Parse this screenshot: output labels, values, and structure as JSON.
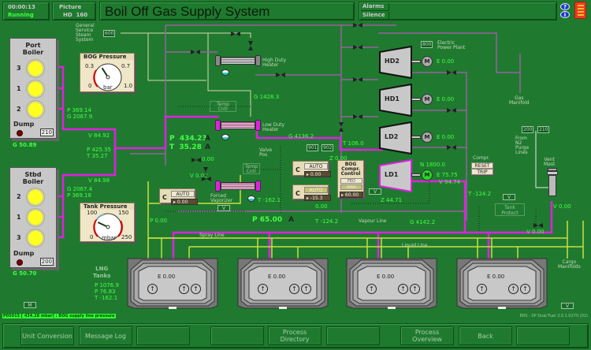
{
  "header": {
    "clock": "00:00:13",
    "run_state": "Running",
    "picture_label": "Picture",
    "picture_id": "HD  160",
    "title": "Boil Off Gas Supply System",
    "alarms_label": "Alarms",
    "silence_label": "Silence",
    "help_icon": "question-icon",
    "info_icon": "info-icon",
    "logo_icon": "crest-logo"
  },
  "port_boiler": {
    "title_line1": "Port",
    "title_line2": "Boiler",
    "burners": [
      "3",
      "1",
      "2"
    ],
    "dump_label": "Dump",
    "tag": "210",
    "g_value": "G 50.89",
    "p_value": "P 369.14",
    "g_flow": "G 2067.9",
    "valve_v": "V 84.92"
  },
  "stbd_boiler": {
    "title_line1": "Stbd",
    "title_line2": "Boiler",
    "burners": [
      "2",
      "1",
      "3"
    ],
    "dump_label": "Dump",
    "tag": "200",
    "g_value": "G 50.70",
    "g_flow": "G 2067.4",
    "p_value": "P 369.18",
    "valve_v": "V 84.98"
  },
  "header_line": {
    "p": "P 425.35",
    "t": "T 35.27"
  },
  "gs_steam": {
    "l1": "General",
    "l2": "Service",
    "l3": "Steam",
    "l4": "System",
    "tag": "600"
  },
  "bog_gauge": {
    "title": "BOG Pressure",
    "min": "0",
    "t1": "0.3",
    "t2": "0.7",
    "max": "1.0",
    "unit": "bar",
    "value": 0.38
  },
  "tank_gauge": {
    "title": "Tank Pressure",
    "min": "0",
    "t1": "100",
    "t2": "150",
    "max": "250",
    "unit": "mbar",
    "value": 65
  },
  "high_duty_heater": {
    "l1": "High Duty",
    "l2": "Heater",
    "g_flow": "G 1428.3"
  },
  "low_duty_heater": {
    "l1": "Low Duty",
    "l2": "Heater",
    "g_flow": "G 4136.2",
    "p": "P  434.23",
    "t": "T  35.28",
    "p_mode": "A",
    "t_mode": "A"
  },
  "temp_cntr_1": {
    "l1": "Temp",
    "l2": "Cntr"
  },
  "temp_cntr_2": {
    "l1": "Temp",
    "l2": "Cntr"
  },
  "valve_pos": {
    "l1": "Valve",
    "l2": "Pos",
    "tag1": "901",
    "tag2": "902",
    "value": "Z 0.00"
  },
  "forced_vaporizer": {
    "l1": "Forced",
    "l2": "Vaporizer",
    "btn": "V",
    "t": "T -162.1",
    "flow": "0.00",
    "valve": "V 0.00"
  },
  "ctrl_left": {
    "c": "C",
    "mode": "AUTO",
    "value": "0.00"
  },
  "ctrl_mid_top": {
    "c": "C",
    "mode": "AUTO",
    "value": "0.00"
  },
  "ctrl_mid_bot": {
    "c": "C",
    "mode": "AUTO",
    "value": "-15.3"
  },
  "bog_ctrl": {
    "l1": "BOG",
    "l2": "Compr.",
    "l3": "Control",
    "btn1": "FEO",
    "btn2": "MAN",
    "value": "60.00",
    "v_btn": "V"
  },
  "compressors": [
    {
      "name": "HD2",
      "motor": "M",
      "e": "E 0.00",
      "on": false
    },
    {
      "name": "HD1",
      "motor": "M",
      "e": "E 0.00",
      "on": false
    },
    {
      "name": "LD2",
      "motor": "M",
      "e": "E 0.00",
      "on": false
    },
    {
      "name": "LD1",
      "motor": "M",
      "e": "E 75.75",
      "on": true
    }
  ],
  "ld1": {
    "n": "N 1800.0",
    "v": "V 94.74",
    "z": "Z 44.71",
    "t_in": "T 106.0",
    "flow": "0.00"
  },
  "electric": {
    "tag": "800",
    "l1": "Electric",
    "l2": "Power Plant"
  },
  "gas_manifold": {
    "l1": "Gas",
    "l2": "Manifold"
  },
  "compr_reset": {
    "label": "Compr.",
    "reset": "RESET",
    "trip": "TRIP"
  },
  "n2_purge": {
    "tag1": "200",
    "tag2": "210",
    "l1": "From",
    "l2": "N2",
    "l3": "Purge",
    "l4": "Lines"
  },
  "vent_mast": {
    "l1": "Vent",
    "l2": "Mast",
    "v": "V 0.00",
    "vv": "V 0.00"
  },
  "tank_protect": {
    "l1": "Tank",
    "l2": "Protect",
    "btn": "V"
  },
  "vapour_line": {
    "label": "Vapour Line",
    "t": "T -124.2",
    "t2": "T -124.2",
    "g": "G 4142.2",
    "p": "P 65.00",
    "mode": "A",
    "p0": "P 0.00"
  },
  "spray_line": "Spray Line",
  "liquid_line": "Liquid Line",
  "cargo_manifolds": {
    "l1": "Cargo",
    "l2": "Manifolds"
  },
  "lng_tanks": {
    "l1": "LNG",
    "l2": "Tanks",
    "p": "P 1076.9",
    "p2": "P 76.83",
    "t": "T -162.1"
  },
  "tanks": [
    {
      "e": "E 0.00"
    },
    {
      "e": "E 0.00"
    },
    {
      "e": "E 0.00"
    },
    {
      "e": "E 0.00"
    }
  ],
  "small_m_btn": "M",
  "small_v_btn": "V",
  "status_message": "P05015 [ 434.28 mbar] : BOG supply line pressure",
  "version": "ERS - SP Dual Fuel 3.0.1.0270 (02)",
  "bottom_buttons": [
    "Unit Conversion",
    "Message Log",
    "",
    "",
    "Process Directory",
    "",
    "Process Overview",
    "Back",
    ""
  ]
}
